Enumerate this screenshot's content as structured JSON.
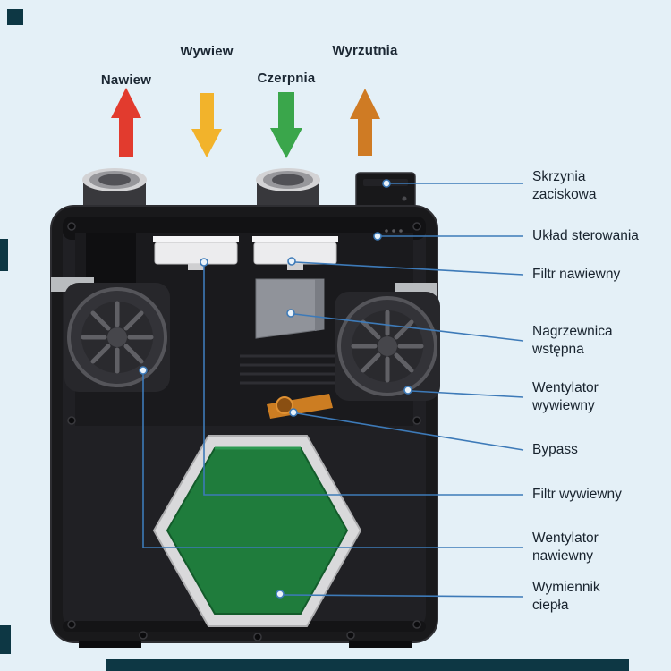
{
  "arrows": [
    {
      "label": "Nawiew",
      "direction": "up",
      "color": "#e23b2e"
    },
    {
      "label": "Wywiew",
      "direction": "down",
      "color": "#f2b32b"
    },
    {
      "label": "Czerpnia",
      "direction": "down",
      "color": "#3aa64b"
    },
    {
      "label": "Wyrzutnia",
      "direction": "up",
      "color": "#cf7b24"
    }
  ],
  "callouts": [
    {
      "label": "Skrzynia zaciskowa"
    },
    {
      "label": "Układ sterowania"
    },
    {
      "label": "Filtr nawiewny"
    },
    {
      "label": "Nagrzewnica wstępna"
    },
    {
      "label": "Wentylator wywiewny"
    },
    {
      "label": "Bypass"
    },
    {
      "label": "Filtr wywiewny"
    },
    {
      "label": "Wentylator nawiewny"
    },
    {
      "label": "Wymiennik ciepła"
    }
  ],
  "diagram": {
    "subject": "rekuperator-cutaway",
    "leader_color": "#3d7ab8",
    "label_color": "#18232e",
    "exchanger_color": "#1f7c3c",
    "accent_dark": "#0d3744"
  }
}
